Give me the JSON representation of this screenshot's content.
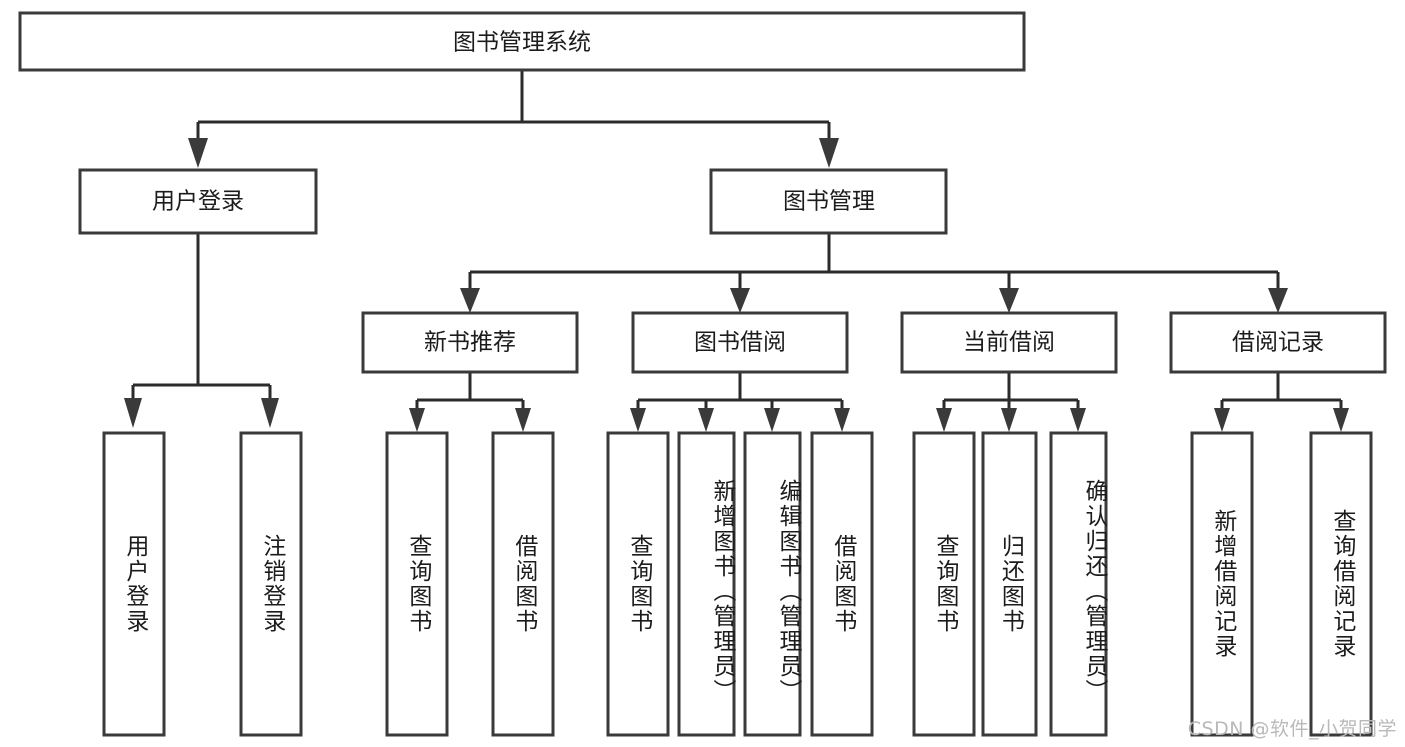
{
  "diagram": {
    "type": "tree",
    "title": "图书管理系统",
    "orientation": "top-down",
    "watermark": "CSDN @软件_小贺同学",
    "colors": {
      "background": "#ffffff",
      "box_fill": "#ffffff",
      "box_stroke": "#3a3a3a",
      "connector": "#2b2b2b",
      "text": "#1c1c1c",
      "watermark": "#b9b9b9"
    },
    "levels": {
      "root": "图书管理系统",
      "level2": [
        "用户登录",
        "图书管理"
      ],
      "level3": [
        "新书推荐",
        "图书借阅",
        "当前借阅",
        "借阅记录"
      ]
    },
    "nodes": {
      "root": {
        "label": "图书管理系统",
        "level": 1,
        "orientation": "horizontal"
      },
      "user_login": {
        "label": "用户登录",
        "level": 2,
        "orientation": "horizontal"
      },
      "book_manage": {
        "label": "图书管理",
        "level": 2,
        "orientation": "horizontal"
      },
      "new_book_rec": {
        "label": "新书推荐",
        "level": 3,
        "orientation": "horizontal"
      },
      "book_borrow": {
        "label": "图书借阅",
        "level": 3,
        "orientation": "horizontal"
      },
      "current_borrow": {
        "label": "当前借阅",
        "level": 3,
        "orientation": "horizontal"
      },
      "borrow_record": {
        "label": "借阅记录",
        "level": 3,
        "orientation": "horizontal"
      },
      "leaf_user_login": {
        "label": "用户登录",
        "level": 3,
        "orientation": "vertical",
        "parent": "用户登录"
      },
      "leaf_user_logout": {
        "label": "注销登录",
        "level": 3,
        "orientation": "vertical",
        "parent": "用户登录"
      },
      "leaf_rec_query": {
        "label": "查询图书",
        "level": 4,
        "orientation": "vertical",
        "parent": "新书推荐"
      },
      "leaf_rec_borrow": {
        "label": "借阅图书",
        "level": 4,
        "orientation": "vertical",
        "parent": "新书推荐"
      },
      "leaf_borrow_query": {
        "label": "查询图书",
        "level": 4,
        "orientation": "vertical",
        "parent": "图书借阅"
      },
      "leaf_borrow_add": {
        "label": "新增图书（管理员）",
        "level": 4,
        "orientation": "vertical",
        "parent": "图书借阅"
      },
      "leaf_borrow_edit": {
        "label": "编辑图书（管理员）",
        "level": 4,
        "orientation": "vertical",
        "parent": "图书借阅"
      },
      "leaf_borrow_lend": {
        "label": "借阅图书",
        "level": 4,
        "orientation": "vertical",
        "parent": "图书借阅"
      },
      "leaf_cur_query": {
        "label": "查询图书",
        "level": 4,
        "orientation": "vertical",
        "parent": "当前借阅"
      },
      "leaf_cur_return": {
        "label": "归还图书",
        "level": 4,
        "orientation": "vertical",
        "parent": "当前借阅"
      },
      "leaf_cur_confirm": {
        "label": "确认归还（管理员）",
        "level": 4,
        "orientation": "vertical",
        "parent": "当前借阅"
      },
      "leaf_rec_add": {
        "label": "新增借阅记录",
        "level": 4,
        "orientation": "vertical",
        "parent": "借阅记录"
      },
      "leaf_rec_search": {
        "label": "查询借阅记录",
        "level": 4,
        "orientation": "vertical",
        "parent": "借阅记录"
      }
    },
    "edges": [
      {
        "from": "图书管理系统",
        "to": "用户登录"
      },
      {
        "from": "图书管理系统",
        "to": "图书管理"
      },
      {
        "from": "用户登录",
        "to": "用户登录"
      },
      {
        "from": "用户登录",
        "to": "注销登录"
      },
      {
        "from": "图书管理",
        "to": "新书推荐"
      },
      {
        "from": "图书管理",
        "to": "图书借阅"
      },
      {
        "from": "图书管理",
        "to": "当前借阅"
      },
      {
        "from": "图书管理",
        "to": "借阅记录"
      },
      {
        "from": "新书推荐",
        "to": "查询图书"
      },
      {
        "from": "新书推荐",
        "to": "借阅图书"
      },
      {
        "from": "图书借阅",
        "to": "查询图书"
      },
      {
        "from": "图书借阅",
        "to": "新增图书（管理员）"
      },
      {
        "from": "图书借阅",
        "to": "编辑图书（管理员）"
      },
      {
        "from": "图书借阅",
        "to": "借阅图书"
      },
      {
        "from": "当前借阅",
        "to": "查询图书"
      },
      {
        "from": "当前借阅",
        "to": "归还图书"
      },
      {
        "from": "当前借阅",
        "to": "确认归还（管理员）"
      },
      {
        "from": "借阅记录",
        "to": "新增借阅记录"
      },
      {
        "from": "借阅记录",
        "to": "查询借阅记录"
      }
    ]
  }
}
